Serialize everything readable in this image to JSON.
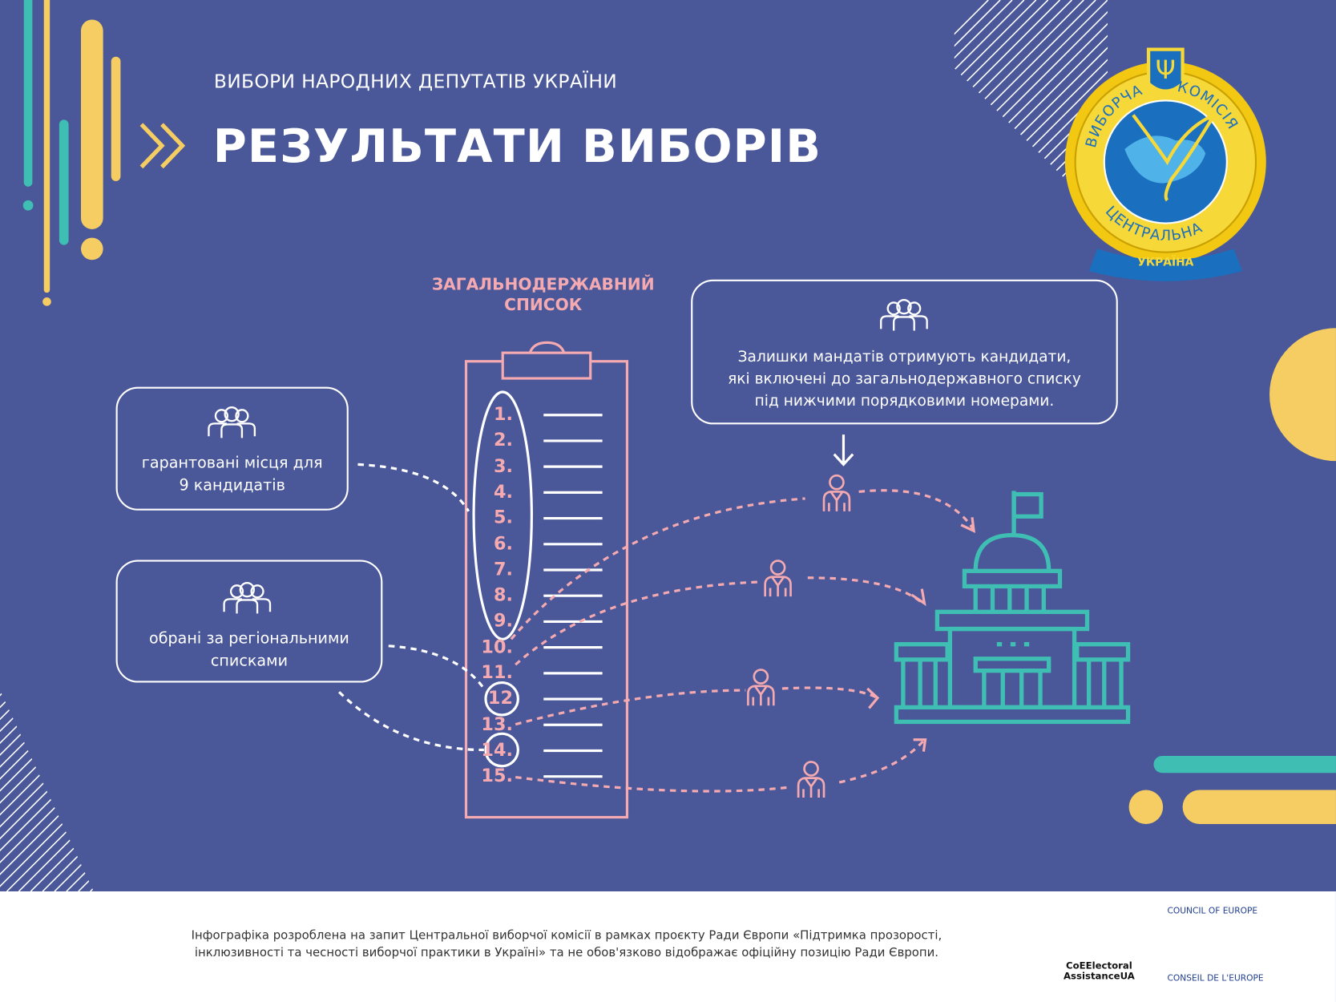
{
  "header": {
    "subtitle": "ВИБОРИ НАРОДНИХ ДЕПУТАТІВ УКРАЇНИ",
    "title": "РЕЗУЛЬТАТИ ВИБОРІВ"
  },
  "emblem": {
    "text": [
      "ВИБОРЧА",
      "КОМІСІЯ",
      "ЦЕНТРАЛЬНА",
      "УКРАЇНА"
    ]
  },
  "list": {
    "heading_line1": "ЗАГАЛЬНОДЕРЖАВНИЙ",
    "heading_line2": "СПИСОК",
    "numbers": [
      "1.",
      "2.",
      "3.",
      "4.",
      "5.",
      "6.",
      "7.",
      "8.",
      "9.",
      "10.",
      "11.",
      "12",
      "13.",
      "14.",
      "15."
    ]
  },
  "callouts": {
    "guaranteed": {
      "line1": "гарантовані місця для",
      "line2": "9 кандидатів"
    },
    "regional": {
      "line1": "обрані за регіональними",
      "line2": "списками"
    },
    "remaining": {
      "line1": "Залишки мандатів отримують кандидати,",
      "line2": "які включені до загальнодержавного списку",
      "line3": "під нижчими порядковими номерами."
    }
  },
  "colors": {
    "background": "#4a5798",
    "pink": "#f4aab0",
    "teal": "#3fbfb3",
    "yellow": "#f6cd63"
  },
  "footer": {
    "disclaimer_line1": "Інфографіка розроблена на запит Центральної виборчої комісії в рамках проєкту Ради Європи «Підтримка прозорості,",
    "disclaimer_line2": "інклюзивності та чесності виборчої практики в Україні» та не обов'язково відображає офіційну позицію Ради Європи.",
    "cee_line1": "CoEElectoral",
    "cee_line2": "AssistanceUA",
    "coe_top": "COUNCIL OF EUROPE",
    "coe_bottom": "CONSEIL DE L'EUROPE"
  }
}
